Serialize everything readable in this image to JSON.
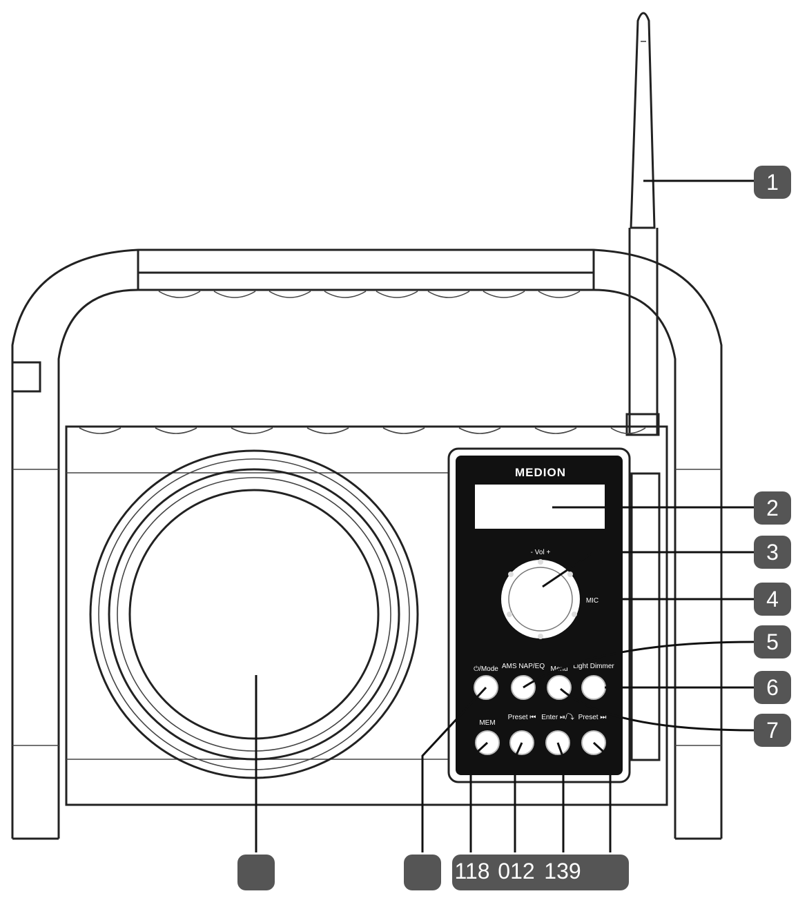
{
  "brand": "MEDION",
  "panel": {
    "vol": "- Vol +",
    "mic": "MIC",
    "buttons_top": [
      "⏻/Mode",
      "AMS NAP/EQ",
      "Menu",
      "Light Dimmer"
    ],
    "buttons_bottom": [
      "MEM",
      "Preset ⏮",
      "Enter ⏯/⤵",
      "Preset ⏭"
    ]
  },
  "callouts_right": [
    "1",
    "2",
    "3",
    "4",
    "5",
    "6",
    "7"
  ],
  "callouts_bottom": [
    "",
    "",
    "118",
    "012",
    "139",
    ""
  ]
}
